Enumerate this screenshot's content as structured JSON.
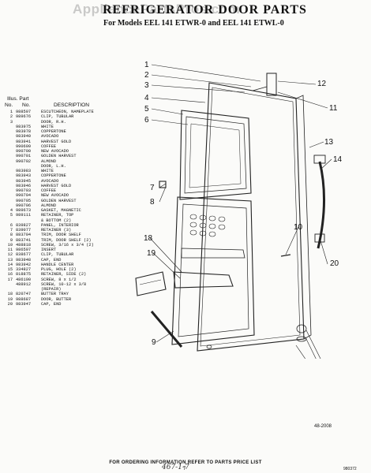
{
  "doc": {
    "watermark": "AppliancePartsPros.com",
    "title": "REFRIGERATOR DOOR PARTS",
    "subtitle": "For Models EEL 141 ETWR-0 and EEL 141 ETWL-0",
    "diagram_code": "48-2008",
    "footer_note": "FOR ORDERING INFORMATION REFER TO PARTS PRICE LIST",
    "page_no": "7",
    "page_code": "980372",
    "handwritten": "467-1-7"
  },
  "table": {
    "header_top": "Illus. Part",
    "col_no": "No.",
    "col_part": "No.",
    "col_desc": "DESCRIPTION",
    "rows": [
      {
        "n": "1",
        "p": "988507",
        "d": "ESCUTCHEON, NAMEPLATE"
      },
      {
        "n": "2",
        "p": "989676",
        "d": "CLIP, TUBULAR"
      },
      {
        "n": "3",
        "p": "",
        "d": "DOOR, R.H."
      },
      {
        "n": "",
        "p": "983975",
        "d": "WHITE"
      },
      {
        "n": "",
        "p": "983978",
        "d": "COPPERTONE"
      },
      {
        "n": "",
        "p": "983940",
        "d": "AVOCADO"
      },
      {
        "n": "",
        "p": "983941",
        "d": "HARVEST GOLD"
      },
      {
        "n": "",
        "p": "990699",
        "d": "COFFEE"
      },
      {
        "n": "",
        "p": "990700",
        "d": "NEW AVOCADO"
      },
      {
        "n": "",
        "p": "990701",
        "d": "GOLDEN HARVEST"
      },
      {
        "n": "",
        "p": "990702",
        "d": "ALMOND"
      },
      {
        "n": "",
        "p": "",
        "d": "DOOR, L.H."
      },
      {
        "n": "",
        "p": "983983",
        "d": "WHITE"
      },
      {
        "n": "",
        "p": "983943",
        "d": "COPPERTONE"
      },
      {
        "n": "",
        "p": "983945",
        "d": "AVOCADO"
      },
      {
        "n": "",
        "p": "983946",
        "d": "HARVEST GOLD"
      },
      {
        "n": "",
        "p": "990703",
        "d": "COFFEE"
      },
      {
        "n": "",
        "p": "990704",
        "d": "NEW AVOCADO"
      },
      {
        "n": "",
        "p": "990705",
        "d": "GOLDEN HARVEST"
      },
      {
        "n": "",
        "p": "990706",
        "d": "ALMOND"
      },
      {
        "n": "4",
        "p": "989673",
        "d": "GASKET, MAGNETIC"
      },
      {
        "n": "5",
        "p": "989111",
        "d": "RETAINER, TOP"
      },
      {
        "n": "",
        "p": "",
        "d": "& BOTTOM (2)"
      },
      {
        "n": "6",
        "p": "839827",
        "d": "PANEL, INTERIOR"
      },
      {
        "n": "7",
        "p": "839077",
        "d": "RETAINER (3)"
      },
      {
        "n": "8",
        "p": "883704",
        "d": "TRIM, DOOR SHELF"
      },
      {
        "n": "9",
        "p": "883741",
        "d": "TRIM, DOOR SHELF (2)"
      },
      {
        "n": "10",
        "p": "488818",
        "d": "SCREW, 3/16 x 3/4 (2)"
      },
      {
        "n": "11",
        "p": "986597",
        "d": "INSERT"
      },
      {
        "n": "12",
        "p": "838677",
        "d": "CLIP, TUBULAR"
      },
      {
        "n": "13",
        "p": "983948",
        "d": "CAP, END"
      },
      {
        "n": "14",
        "p": "983942",
        "d": "HANDLE CENTER"
      },
      {
        "n": "15",
        "p": "334827",
        "d": "PLUG, HOLE (2)"
      },
      {
        "n": "16",
        "p": "818875",
        "d": "RETAINER, SIDE (2)"
      },
      {
        "n": "17",
        "p": "486190",
        "d": "SCREW, 8 x 1/2"
      },
      {
        "n": "",
        "p": "488912",
        "d": "SCREW, 10-12 x 3/8"
      },
      {
        "n": "",
        "p": "",
        "d": "(REPAIR)"
      },
      {
        "n": "18",
        "p": "820747",
        "d": "BUTTER TRAY"
      },
      {
        "n": "19",
        "p": "988687",
        "d": "DOOR, BUTTER"
      },
      {
        "n": "20",
        "p": "983947",
        "d": "CAP, END"
      }
    ]
  }
}
